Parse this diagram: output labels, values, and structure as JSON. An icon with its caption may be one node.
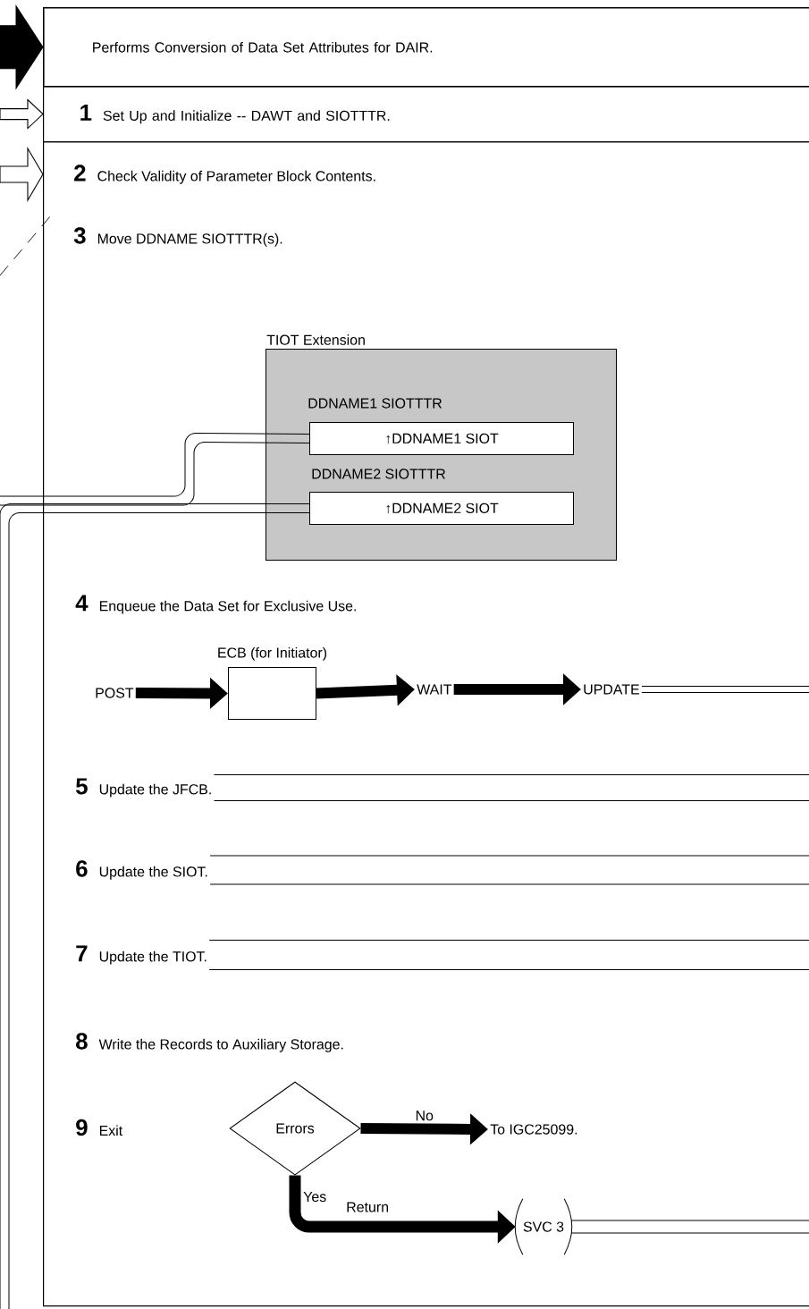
{
  "diagram": {
    "nodes": [
      {
        "text": [
          "Performs Conversion of Data Set Attributes for DAIR."
        ]
      },
      {
        "text": [
          "1",
          "Set Up and Initialize -- DAWT and SIOTTTR."
        ]
      },
      {
        "text": [],
        "shape": "box"
      },
      {
        "text": [
          "2",
          "Check Validity of Parameter Block Contents."
        ],
        "in": 2
      },
      {
        "text": [
          "3",
          "Move DDNAME SIOTTTR(s)."
        ],
        "in": 2
      },
      {
        "text": [
          "TIOT Extension",
          "DDNAME1 SIOTTTR",
          "DDNAME2 SIOTTTR"
        ],
        "in": 2
      },
      {
        "text": [
          "↑DDNAME1 SIOT"
        ],
        "in": 5
      },
      {
        "text": [
          "↑DDNAME2 SIOT"
        ],
        "in": 5
      },
      {
        "text": [
          "4",
          "Enqueue the Data Set for Exclusive Use."
        ],
        "in": 2
      },
      {
        "text": [
          "POST"
        ],
        "in": 2
      },
      {
        "text": [
          "ECB (for Initiator)"
        ],
        "in": 2
      },
      {
        "text": [
          "WAIT"
        ],
        "in": 2
      },
      {
        "text": [
          "UPDATE"
        ],
        "in": 2
      },
      {
        "text": [
          "5",
          "Update the JFCB."
        ],
        "in": 2
      },
      {
        "text": [
          "6",
          "Update the SIOT."
        ],
        "in": 2
      },
      {
        "text": [
          "7",
          "Update the TIOT."
        ],
        "in": 2
      },
      {
        "text": [
          "8",
          "Write the Records to Auxiliary Storage."
        ],
        "in": 2
      },
      {
        "text": [
          "9",
          "Exit"
        ],
        "in": 2
      },
      {
        "text": [
          "Errors"
        ],
        "in": 2
      },
      {
        "text": [
          "To IGC25099."
        ],
        "in": 2
      },
      {
        "text": [
          "SVC 3"
        ],
        "in": 2
      }
    ],
    "edges": [
      {
        "from": null,
        "to": 0,
        "arrow": "to",
        "style": "thick"
      },
      {
        "from": null,
        "to": 1,
        "arrow": "to"
      },
      {
        "from": null,
        "to": 2,
        "arrow": "to"
      },
      {
        "from": null,
        "to": 2,
        "arrow": "none",
        "style": "dashed"
      },
      {
        "from": 6,
        "to": null,
        "arrow": "none"
      },
      {
        "from": 7,
        "to": null,
        "arrow": "none"
      },
      {
        "from": 9,
        "to": 10,
        "arrow": "to",
        "style": "thick"
      },
      {
        "from": 10,
        "to": 11,
        "arrow": "to",
        "style": "thick"
      },
      {
        "from": 11,
        "to": 12,
        "arrow": "to",
        "style": "thick"
      },
      {
        "from": 12,
        "to": null,
        "arrow": "none"
      },
      {
        "from": 13,
        "to": null,
        "arrow": "none"
      },
      {
        "from": 14,
        "to": null,
        "arrow": "none"
      },
      {
        "from": 15,
        "to": null,
        "arrow": "none"
      },
      {
        "from": 18,
        "to": 19,
        "arrow": "to",
        "style": "thick",
        "label": "No"
      },
      {
        "from": 18,
        "to": 20,
        "arrow": "to",
        "style": "thick",
        "label": "Yes"
      },
      {
        "from": 20,
        "to": null,
        "arrow": "none"
      }
    ],
    "labels": [
      "Return"
    ]
  }
}
